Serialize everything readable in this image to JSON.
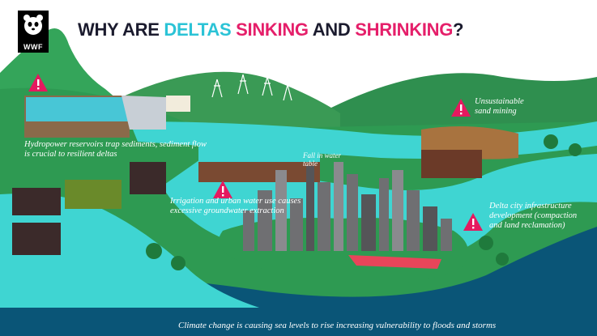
{
  "brand": {
    "logo_text": "WWF"
  },
  "title": {
    "part1": "WHY ARE ",
    "part2": "DELTAS ",
    "part3": "SINKING",
    "part4": " AND ",
    "part5": "SHRINKING",
    "part6": "?"
  },
  "labels": {
    "hydropower": "Hydropower reservoirs trap sediments, sediment flow is crucial to resilient deltas",
    "fall_water_table": "Fall in water table",
    "sand_mining": "Unsustainable sand mining",
    "irrigation": "Irrigation and urban water use causes excessive groundwater extraction",
    "delta_city": "Delta city infrastructure development (compaction and land reclamation)",
    "climate": "Climate change is causing sea levels to rise increasing vulnerability to floods and storms"
  },
  "icons": {
    "warning": "warning-triangle-icon",
    "logo": "panda-logo-icon"
  },
  "colors": {
    "title_dark": "#1b1b2e",
    "title_cyan": "#2bc3d6",
    "title_pink": "#e51f6a",
    "warning": "#e5195f",
    "land_green": "#2e9a52",
    "water": "#3fd5d2",
    "sea": "#0a5577"
  }
}
